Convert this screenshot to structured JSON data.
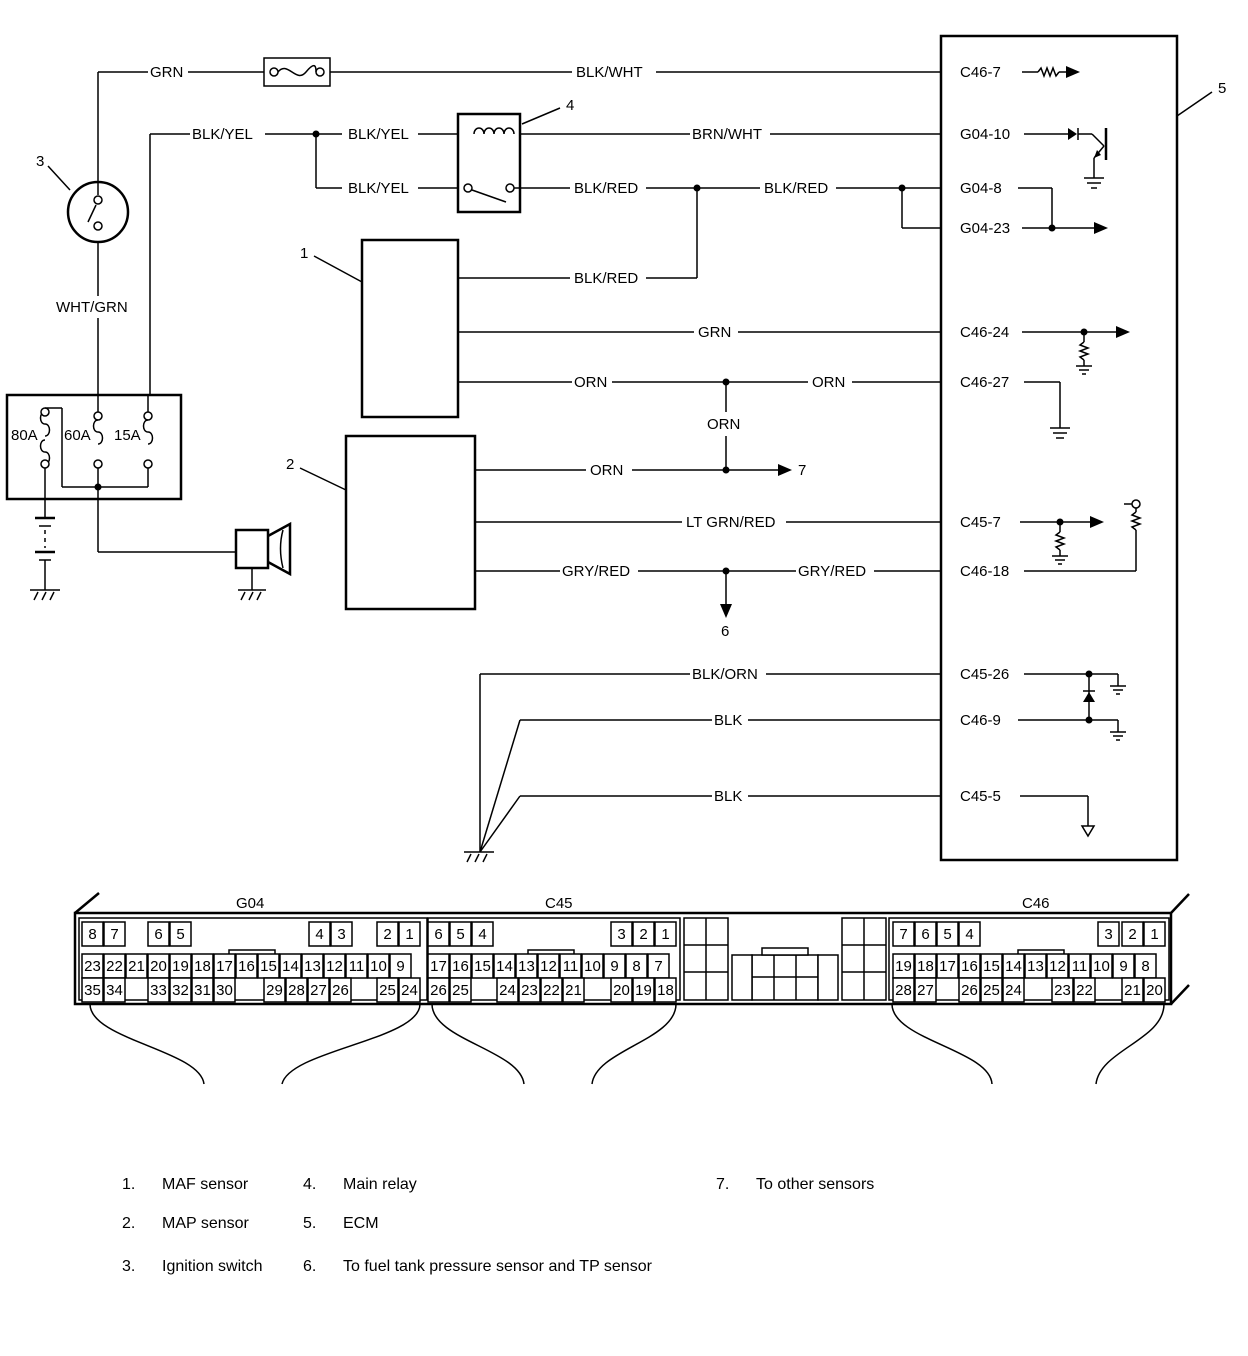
{
  "wires": {
    "grn_top": "GRN",
    "blk_wht": "BLK/WHT",
    "blk_yel_a": "BLK/YEL",
    "blk_yel_b": "BLK/YEL",
    "blk_yel_c": "BLK/YEL",
    "brn_wht": "BRN/WHT",
    "blk_red_a": "BLK/RED",
    "blk_red_b": "BLK/RED",
    "blk_red_c": "BLK/RED",
    "wht_grn": "WHT/GRN",
    "grn_maf": "GRN",
    "orn_a": "ORN",
    "orn_b": "ORN",
    "orn_c": "ORN",
    "orn_d": "ORN",
    "lt_grn_red": "LT GRN/RED",
    "gry_red_a": "GRY/RED",
    "gry_red_b": "GRY/RED",
    "blk_orn": "BLK/ORN",
    "blk_a": "BLK",
    "blk_b": "BLK"
  },
  "terminals": {
    "c46_7": "C46-7",
    "g04_10": "G04-10",
    "g04_8": "G04-8",
    "g04_23": "G04-23",
    "c46_24": "C46-24",
    "c46_27": "C46-27",
    "c45_7": "C45-7",
    "c46_18": "C46-18",
    "c45_26": "C45-26",
    "c46_9": "C46-9",
    "c45_5": "C45-5"
  },
  "fuses": {
    "f80": "80A",
    "f60": "60A",
    "f15": "15A"
  },
  "callouts": {
    "n1": "1",
    "n2": "2",
    "n3": "3",
    "n4": "4",
    "n5": "5",
    "n6": "6",
    "n7": "7"
  },
  "connectors": {
    "headers": {
      "g04": "G04",
      "c45": "C45",
      "c46": "C46"
    },
    "g04": {
      "top": [
        "8",
        "7",
        "6",
        "5",
        "4",
        "3",
        "2",
        "1"
      ],
      "mid": [
        "23",
        "22",
        "21",
        "20",
        "19",
        "18",
        "17",
        "16",
        "15",
        "14",
        "13",
        "12",
        "11",
        "10",
        "9"
      ],
      "bot": [
        "35",
        "34",
        "33",
        "32",
        "31",
        "30",
        "29",
        "28",
        "27",
        "26",
        "25",
        "24"
      ]
    },
    "c45": {
      "top": [
        "6",
        "5",
        "4",
        "3",
        "2",
        "1"
      ],
      "mid": [
        "17",
        "16",
        "15",
        "14",
        "13",
        "12",
        "11",
        "10",
        "9",
        "8",
        "7"
      ],
      "bot": [
        "26",
        "25",
        "24",
        "23",
        "22",
        "21",
        "20",
        "19",
        "18"
      ]
    },
    "c46": {
      "top": [
        "7",
        "6",
        "5",
        "4",
        "3",
        "2",
        "1"
      ],
      "mid": [
        "19",
        "18",
        "17",
        "16",
        "15",
        "14",
        "13",
        "12",
        "11",
        "10",
        "9",
        "8"
      ],
      "bot": [
        "28",
        "27",
        "26",
        "25",
        "24",
        "23",
        "22",
        "21",
        "20"
      ]
    }
  },
  "legend": [
    {
      "num": "1.",
      "text": "MAF sensor"
    },
    {
      "num": "2.",
      "text": "MAP sensor"
    },
    {
      "num": "3.",
      "text": "Ignition switch"
    },
    {
      "num": "4.",
      "text": "Main relay"
    },
    {
      "num": "5.",
      "text": "ECM"
    },
    {
      "num": "6.",
      "text": "To fuel tank pressure sensor and TP sensor"
    },
    {
      "num": "7.",
      "text": "To other sensors"
    }
  ]
}
